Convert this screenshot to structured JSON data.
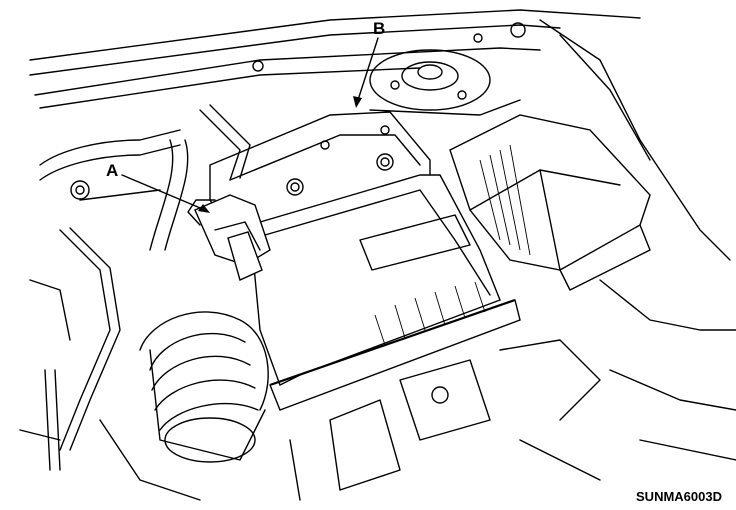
{
  "callouts": {
    "a": "A",
    "b": "B"
  },
  "figure_code": "SUNMA6003D",
  "colors": {
    "ink": "#000000",
    "paper": "#ffffff"
  }
}
